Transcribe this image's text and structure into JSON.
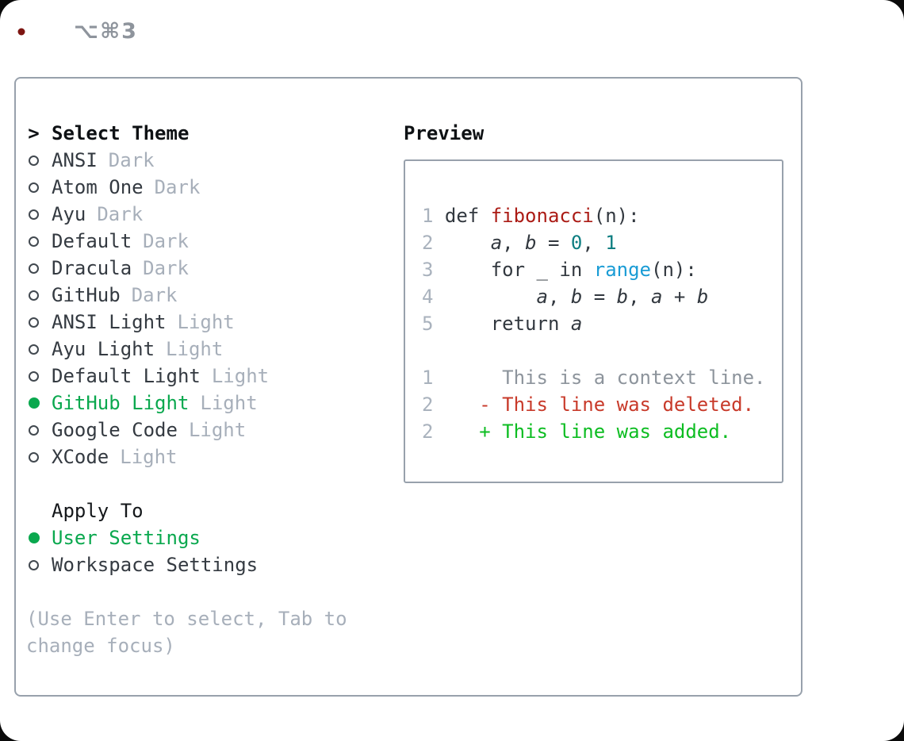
{
  "window": {
    "title": "⌥⌘3",
    "traffic_lights": [
      {
        "name": "close",
        "color": "#f2564f",
        "dot": "#7d1511"
      },
      {
        "name": "minimize",
        "color": "#fcbd3b"
      },
      {
        "name": "zoom",
        "color": "#31c83e"
      }
    ]
  },
  "theme_panel": {
    "cursor": ">",
    "title": "Select Theme",
    "themes": [
      {
        "name": "ANSI",
        "tag": "Dark",
        "selected": false
      },
      {
        "name": "Atom One",
        "tag": "Dark",
        "selected": false
      },
      {
        "name": "Ayu",
        "tag": "Dark",
        "selected": false
      },
      {
        "name": "Default",
        "tag": "Dark",
        "selected": false
      },
      {
        "name": "Dracula",
        "tag": "Dark",
        "selected": false
      },
      {
        "name": "GitHub",
        "tag": "Dark",
        "selected": false
      },
      {
        "name": "ANSI Light",
        "tag": "Light",
        "selected": false
      },
      {
        "name": "Ayu Light",
        "tag": "Light",
        "selected": false
      },
      {
        "name": "Default Light",
        "tag": "Light",
        "selected": false
      },
      {
        "name": "GitHub Light",
        "tag": "Light",
        "selected": true
      },
      {
        "name": "Google Code",
        "tag": "Light",
        "selected": false
      },
      {
        "name": "XCode",
        "tag": "Light",
        "selected": false
      }
    ],
    "apply_to": {
      "title": "Apply To",
      "options": [
        {
          "name": "User Settings",
          "selected": true
        },
        {
          "name": "Workspace Settings",
          "selected": false
        }
      ]
    },
    "hint_lines": [
      "(Use Enter to select, Tab to",
      "change focus)"
    ]
  },
  "preview": {
    "title": "Preview",
    "code_lines": [
      {
        "num": "1",
        "gap": " ",
        "tokens": [
          {
            "t": "def "
          },
          {
            "t": "fibonacci",
            "c": "func"
          },
          {
            "t": "(n):"
          }
        ]
      },
      {
        "num": "2",
        "gap": " ",
        "tokens": [
          {
            "t": "    "
          },
          {
            "t": "a",
            "i": true
          },
          {
            "t": ", "
          },
          {
            "t": "b",
            "i": true
          },
          {
            "t": " = "
          },
          {
            "t": "0",
            "c": "num"
          },
          {
            "t": ", "
          },
          {
            "t": "1",
            "c": "num"
          }
        ]
      },
      {
        "num": "3",
        "gap": " ",
        "tokens": [
          {
            "t": "    for _ in "
          },
          {
            "t": "range",
            "c": "call"
          },
          {
            "t": "(n):"
          }
        ]
      },
      {
        "num": "4",
        "gap": " ",
        "tokens": [
          {
            "t": "        "
          },
          {
            "t": "a",
            "i": true
          },
          {
            "t": ", "
          },
          {
            "t": "b",
            "i": true
          },
          {
            "t": " = "
          },
          {
            "t": "b",
            "i": true
          },
          {
            "t": ", "
          },
          {
            "t": "a",
            "i": true
          },
          {
            "t": " + "
          },
          {
            "t": "b",
            "i": true
          }
        ]
      },
      {
        "num": "5",
        "gap": " ",
        "tokens": [
          {
            "t": "    return "
          },
          {
            "t": "a",
            "i": true
          }
        ]
      }
    ],
    "diff_lines": [
      {
        "num": "1",
        "gap": "      ",
        "sign": "",
        "text": "This is a context line.",
        "type": "context"
      },
      {
        "num": "2",
        "gap": "    ",
        "sign": "- ",
        "text": "This line was deleted.",
        "type": "deleted"
      },
      {
        "num": "2",
        "gap": "    ",
        "sign": "+ ",
        "text": "This line was added.",
        "type": "added"
      }
    ]
  },
  "colors": {
    "green": "#0aa84e",
    "added": "#0dbd22",
    "deleted": "#c83a2a",
    "context": "#8d949c",
    "ln": "#a9b2bd",
    "fg": "#32383f",
    "func": "#ab1b15",
    "num": "#0e7e81",
    "call": "#1a9cd5",
    "tag": "#a7afba",
    "hint": "#a7afba",
    "border": "#98a1ac",
    "title_gray": "#8e949c",
    "dark": "#14171a"
  }
}
